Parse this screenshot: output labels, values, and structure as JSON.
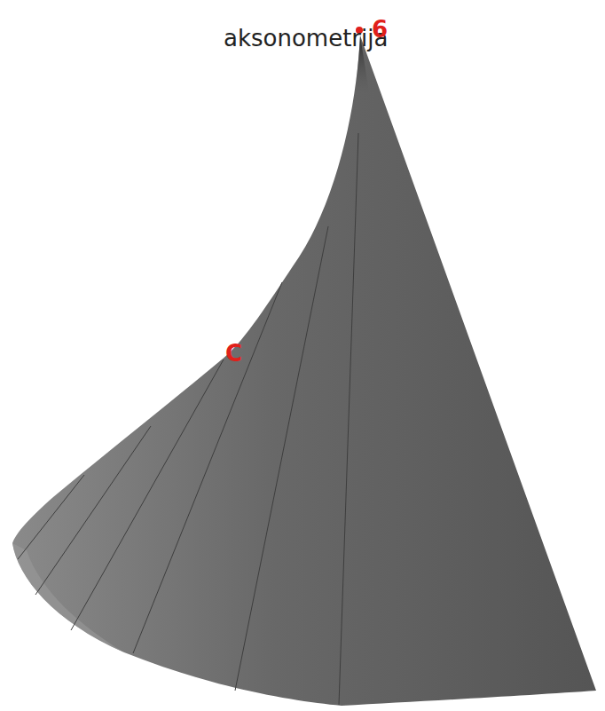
{
  "diagram": {
    "labels": [
      "aksonometrija",
      "6",
      "C"
    ]
  }
}
